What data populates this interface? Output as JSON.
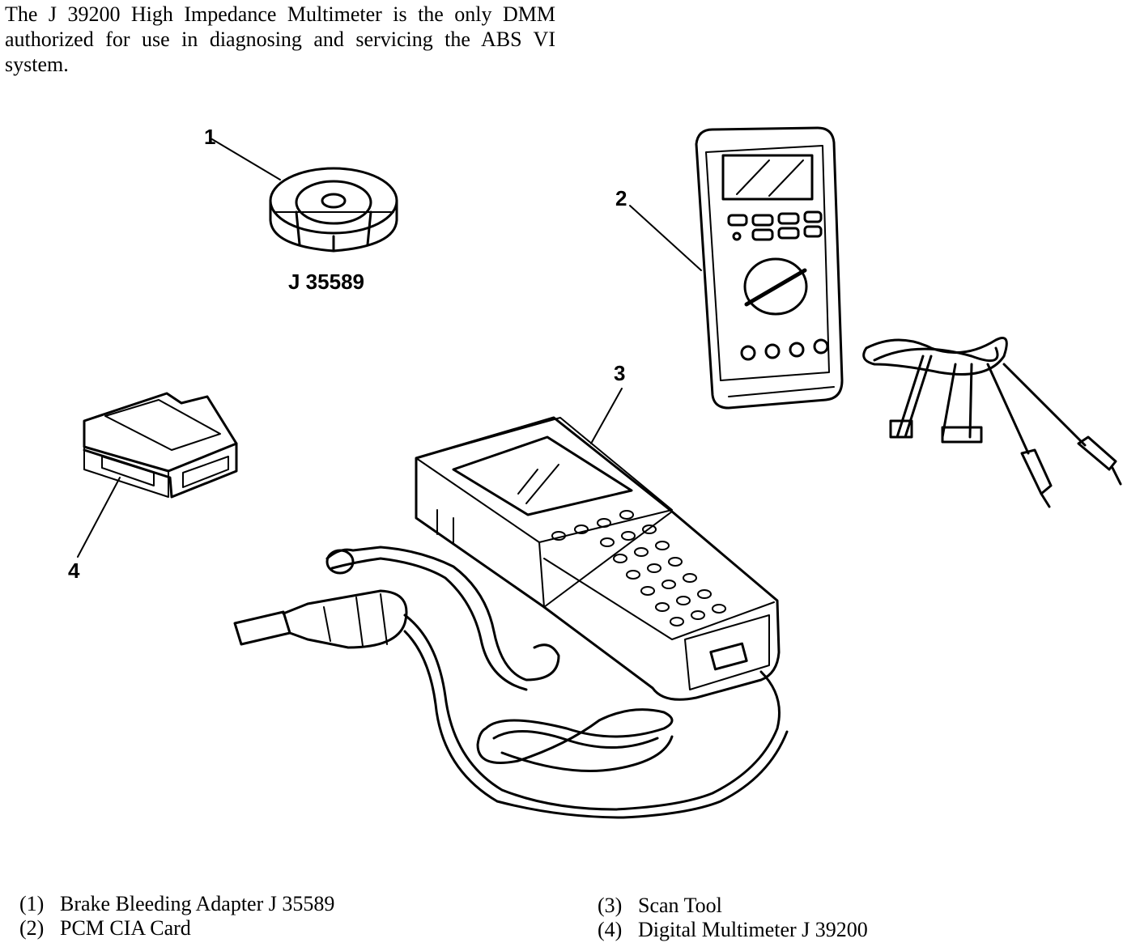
{
  "intro": {
    "text": "The J 39200 High Impedance Multimeter is the only DMM authorized for use in diagnosing and servicing the ABS VI system."
  },
  "callouts": [
    "1",
    "2",
    "3",
    "4"
  ],
  "tool_label": "J 35589",
  "legend": {
    "left": [
      {
        "num": "(1)",
        "label": "Brake Bleeding Adapter J 35589"
      },
      {
        "num": "(2)",
        "label": "PCM CIA Card"
      }
    ],
    "right": [
      {
        "num": "(3)",
        "label": "Scan Tool"
      },
      {
        "num": "(4)",
        "label": "Digital Multimeter J 39200"
      }
    ]
  }
}
